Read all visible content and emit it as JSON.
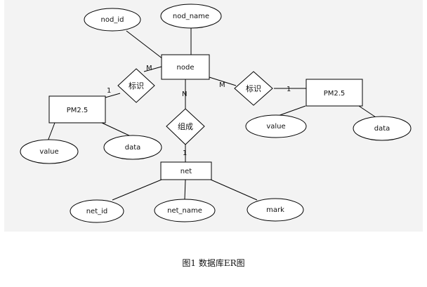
{
  "entities": {
    "node": "node",
    "pm25_left": "PM2.5",
    "pm25_right": "PM2.5",
    "net": "net"
  },
  "attributes": {
    "nod_id": "nod_id",
    "nod_name": "nod_name",
    "left_value": "value",
    "left_data": "data",
    "right_value": "value",
    "right_data": "data",
    "net_id": "net_id",
    "net_name": "net_name",
    "mark": "mark"
  },
  "relationships": {
    "left_identify": "标识",
    "right_identify": "标识",
    "compose": "组成"
  },
  "cardinalities": {
    "node_left": "M",
    "pm25_left": "1",
    "node_right": "M",
    "pm25_right": "1",
    "node_compose": "N",
    "net_compose": "1"
  },
  "caption": "图1 数据库ER图",
  "colors": {
    "diagram_background": "#f3f3f3",
    "stroke": "#000000",
    "shape_fill": "#ffffff"
  }
}
